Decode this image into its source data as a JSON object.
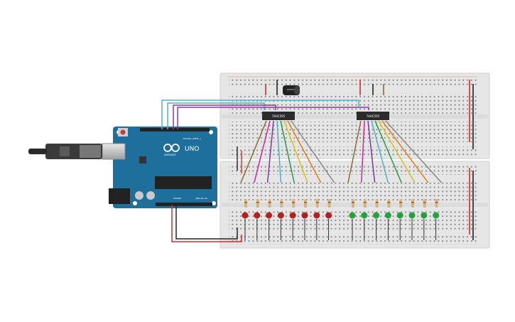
{
  "arduino": {
    "brand": "ARDUINO",
    "model": "UNO",
    "digital_label": "DIGITAL (PWM~)",
    "power_label": "POWER",
    "analog_label": "ANALOG IN",
    "board_color": "#1f6f9c"
  },
  "chips": [
    {
      "label": "74HC595"
    },
    {
      "label": "74HC595"
    }
  ],
  "leds": {
    "left_group_color": "red",
    "right_group_color": "green",
    "count_per_group": 8
  },
  "colors": {
    "breadboard": "#e6e6e6",
    "wire_teal": "#4fb3c8",
    "wire_purple": "#8e3a9e",
    "wire_red": "#d62a2a",
    "wire_black": "#222222",
    "led_red": "#b42020",
    "led_green": "#22a33a",
    "fan_wires": [
      "#8a6a3a",
      "#cc2a9a",
      "#7a3aa0",
      "#4fb3c8",
      "#2a9a4a",
      "#d9c21a",
      "#e0801a",
      "#888888"
    ]
  }
}
